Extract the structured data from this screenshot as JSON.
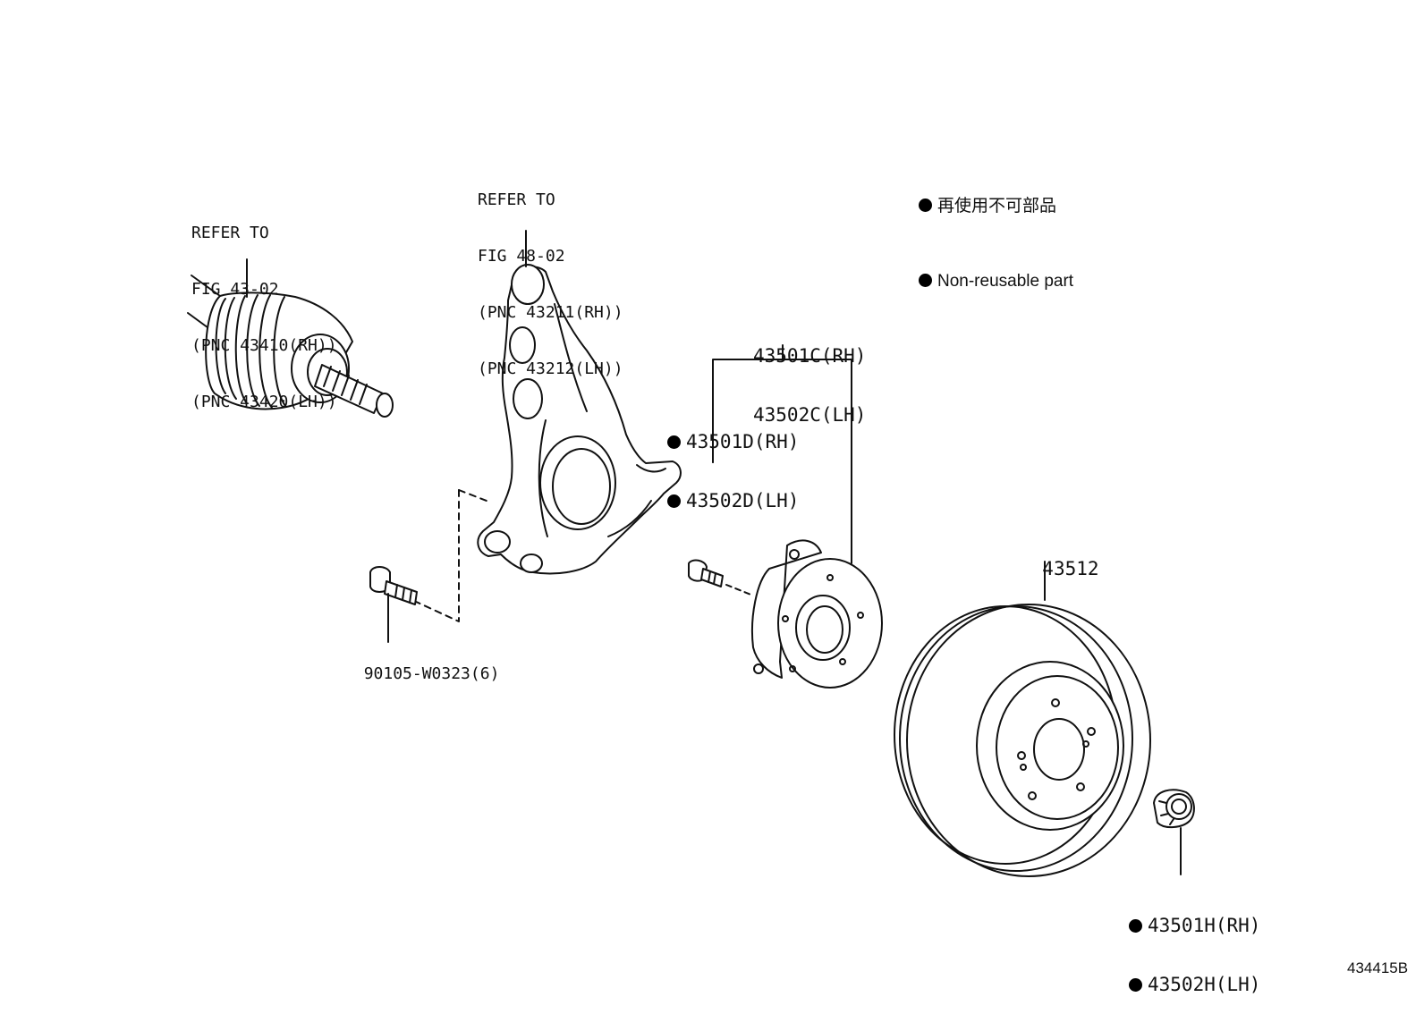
{
  "legend": {
    "line1": "再使用不可部品",
    "line2": "Non-reusable part"
  },
  "drive_shaft_ref": {
    "line1": "REFER TO",
    "line2": "FIG 43-02",
    "line3": "(PNC 43410(RH))",
    "line4": "(PNC 43420(LH))"
  },
  "knuckle_ref": {
    "line1": "REFER TO",
    "line2": "FIG 48-02",
    "line3": "(PNC 43211(RH))",
    "line4": "(PNC 43212(LH))"
  },
  "hub": {
    "rh": "43501C(RH)",
    "lh": "43502C(LH)"
  },
  "hub_bolt": {
    "rh": "43501D(RH)",
    "lh": "43502D(LH)"
  },
  "knuckle_bolt": {
    "part": "90105-W0323(6)"
  },
  "rotor": {
    "part": "43512"
  },
  "nut": {
    "rh": "43501H(RH)",
    "lh": "43502H(LH)"
  },
  "figure_ref": "434415B",
  "colors": {
    "ink": "#111111",
    "background": "#ffffff"
  }
}
